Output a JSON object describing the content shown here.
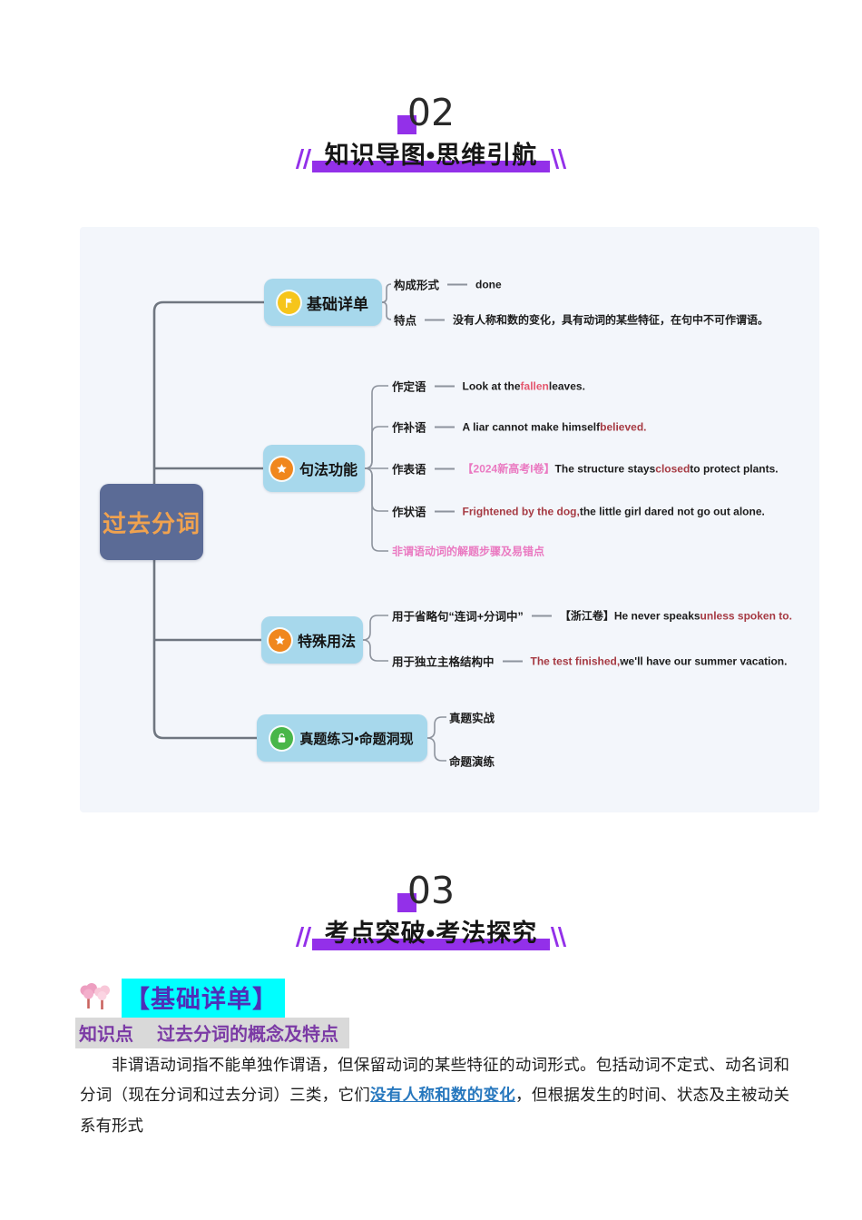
{
  "colors": {
    "accent_purple": "#9330e9",
    "map_background": "#f3f6fb",
    "node_blue": "#a7d8ec",
    "root_background": "#5b6b96",
    "root_text": "#f0a24f",
    "icon_flag_yellow": "#f6c51b",
    "icon_star_orange": "#f0871d",
    "icon_lock_green": "#49b649",
    "dark_red": "#a63a43",
    "bright_red": "#e4566d",
    "pink": "#ea79c1",
    "cyan_highlight": "#00ffff",
    "kp_purple": "#7b3aa5",
    "blue_underline": "#2878be"
  },
  "sections": {
    "s2": {
      "number": "02",
      "title": "知识导图•思维引航"
    },
    "s3": {
      "number": "03",
      "title": "考点突破•考法探究"
    }
  },
  "map": {
    "root": "过去分词",
    "branches": [
      {
        "title": "基础详单",
        "icon": "flag-icon",
        "items": [
          {
            "label": "构成形式",
            "segments": [
              {
                "text": "done",
                "style": "black"
              }
            ]
          },
          {
            "label": "特点",
            "segments": [
              {
                "text": "没有人称和数的变化，具有动词的某些特征，在句中不可作谓语。",
                "style": "black"
              }
            ]
          }
        ]
      },
      {
        "title": "句法功能",
        "icon": "star-icon",
        "items": [
          {
            "label": "作定语",
            "segments": [
              {
                "text": "Look at the",
                "style": "black"
              },
              {
                "text": "fallen",
                "style": "redlight"
              },
              {
                "text": "leaves.",
                "style": "black"
              }
            ]
          },
          {
            "label": "作补语",
            "segments": [
              {
                "text": "A liar cannot make himself",
                "style": "black"
              },
              {
                "text": "believed.",
                "style": "red"
              }
            ]
          },
          {
            "label": "作表语",
            "segments": [
              {
                "text": "【2024新高考I卷】",
                "style": "pink"
              },
              {
                "text": "The structure stays",
                "style": "black"
              },
              {
                "text": "closed",
                "style": "red"
              },
              {
                "text": "to protect plants.",
                "style": "black"
              }
            ]
          },
          {
            "label": "作状语",
            "segments": [
              {
                "text": "Frightened by the dog,",
                "style": "red"
              },
              {
                "text": "the little girl dared not go out alone.",
                "style": "black"
              }
            ]
          },
          {
            "label": "",
            "segments": [
              {
                "text": "非谓语动词的解题步骤及易错点",
                "style": "pink"
              }
            ]
          }
        ]
      },
      {
        "title": "特殊用法",
        "icon": "star-icon",
        "items": [
          {
            "label": "用于省略句“连词+分词中”",
            "segments": [
              {
                "text": "【浙江卷】He never speaks",
                "style": "black"
              },
              {
                "text": "unless spoken to.",
                "style": "red"
              }
            ]
          },
          {
            "label": "用于独立主格结构中",
            "segments": [
              {
                "text": "The test finished,",
                "style": "red"
              },
              {
                "text": "we'll have our summer vacation.",
                "style": "black"
              }
            ]
          }
        ]
      },
      {
        "title": "真题练习•命题洞现",
        "icon": "lock-icon",
        "items": [
          {
            "label": "真题实战",
            "segments": []
          },
          {
            "label": "命题演练",
            "segments": []
          }
        ]
      }
    ]
  },
  "content": {
    "topic_header": "【基础详单】",
    "kp_label": "知识点",
    "kp_title": "过去分词的概念及特点",
    "paragraph_segments": [
      {
        "text": "非谓语动词指不能单独作谓语，但保留动词的某些特征的动词形式。包括动词不定式、动名词和分词（现在分词和过去分词）三类，它们",
        "style": "black"
      },
      {
        "text": "没有人称和数的变化",
        "style": "bluelink"
      },
      {
        "text": "，但根据发生的时间、状态及主被动关系有形式",
        "style": "black"
      }
    ]
  }
}
